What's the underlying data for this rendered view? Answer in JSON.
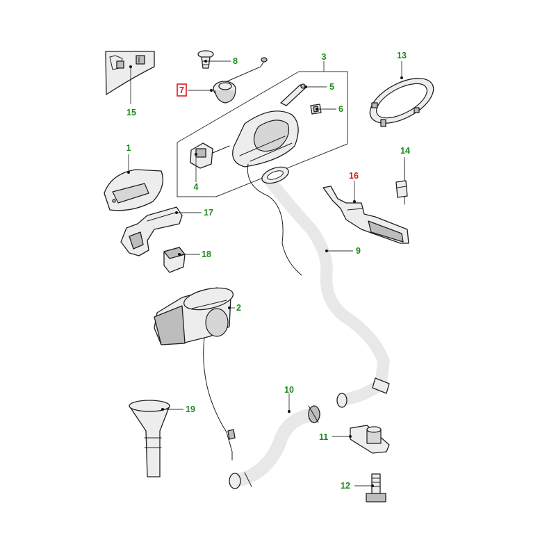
{
  "colors": {
    "callout_default": "#1a8a1a",
    "callout_highlight": "#d81b1b",
    "highlight_box": "#d81b1b"
  },
  "highlighted_callout": "7",
  "callouts": {
    "c1": "1",
    "c2": "2",
    "c3": "3",
    "c4": "4",
    "c5": "5",
    "c6": "6",
    "c7": "7",
    "c8": "8",
    "c9": "9",
    "c10": "10",
    "c11": "11",
    "c12": "12",
    "c13": "13",
    "c14": "14",
    "c15": "15",
    "c16": "16",
    "c17": "17",
    "c18": "18",
    "c19": "19"
  },
  "callout_styles": {
    "c7": "boxed-red",
    "c16": "red"
  }
}
